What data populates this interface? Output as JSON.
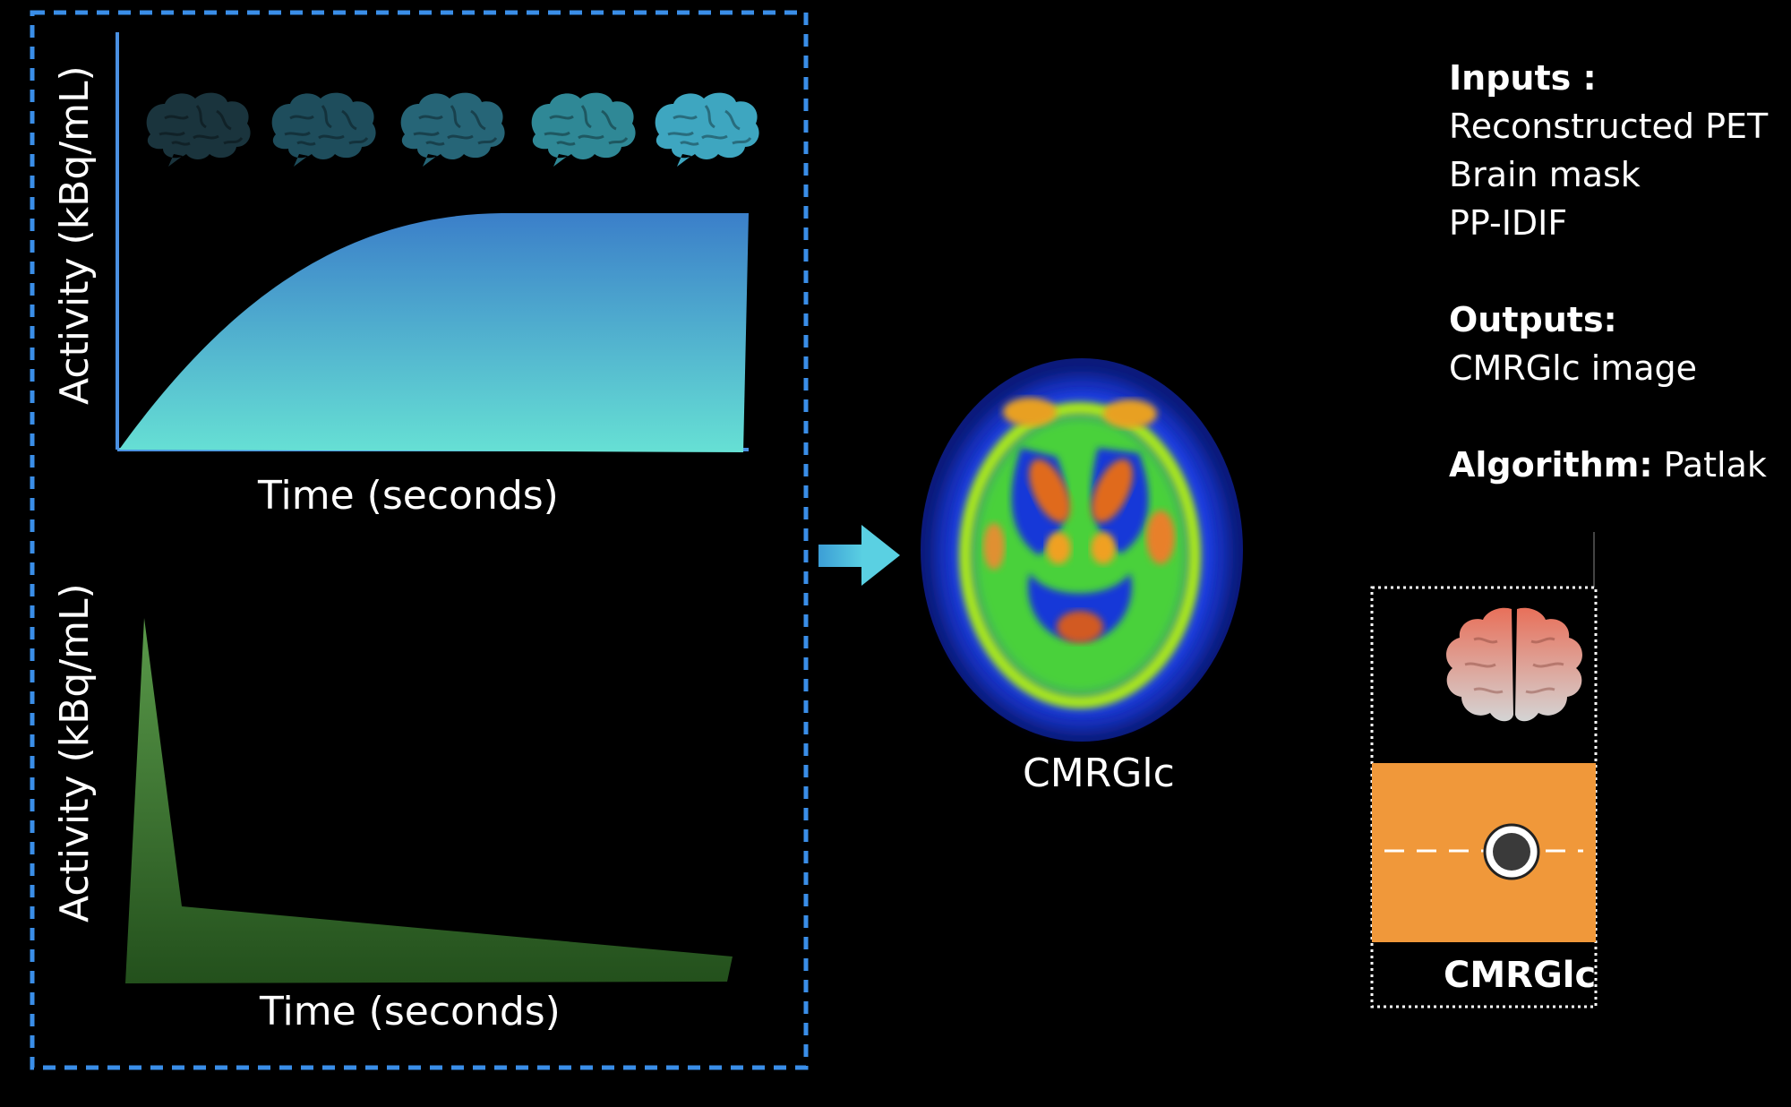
{
  "input_panel": {
    "top_plot": {
      "ylabel": "Activity (kBq/mL)",
      "xlabel": "Time (seconds)"
    },
    "bottom_plot": {
      "ylabel": "Activity (kBq/mL)",
      "xlabel": "Time (seconds)"
    },
    "brain_frames": 5,
    "colors": {
      "border": "#3a8ee8",
      "tac_top": "#3b7fc9",
      "tac_bottom": "#66e0d4",
      "aif_top": "#5a9a4a",
      "aif_bottom": "#23501c"
    }
  },
  "arrow": {
    "color": "#4cc0df"
  },
  "result": {
    "label": "CMRGlc"
  },
  "info": {
    "inputs_heading": "Inputs :",
    "inputs": [
      "Reconstructed PET",
      "Brain mask",
      "PP-IDIF"
    ],
    "outputs_heading": "Outputs:",
    "outputs": [
      "CMRGlc image"
    ],
    "algorithm_heading": "Algorithm:",
    "algorithm_value": "Patlak"
  },
  "module_card": {
    "label": "CMRGlc",
    "colors": {
      "card_fill": "#f0983a",
      "brain_top": "#e8705a",
      "brain_bottom": "#cfcfcf"
    }
  }
}
